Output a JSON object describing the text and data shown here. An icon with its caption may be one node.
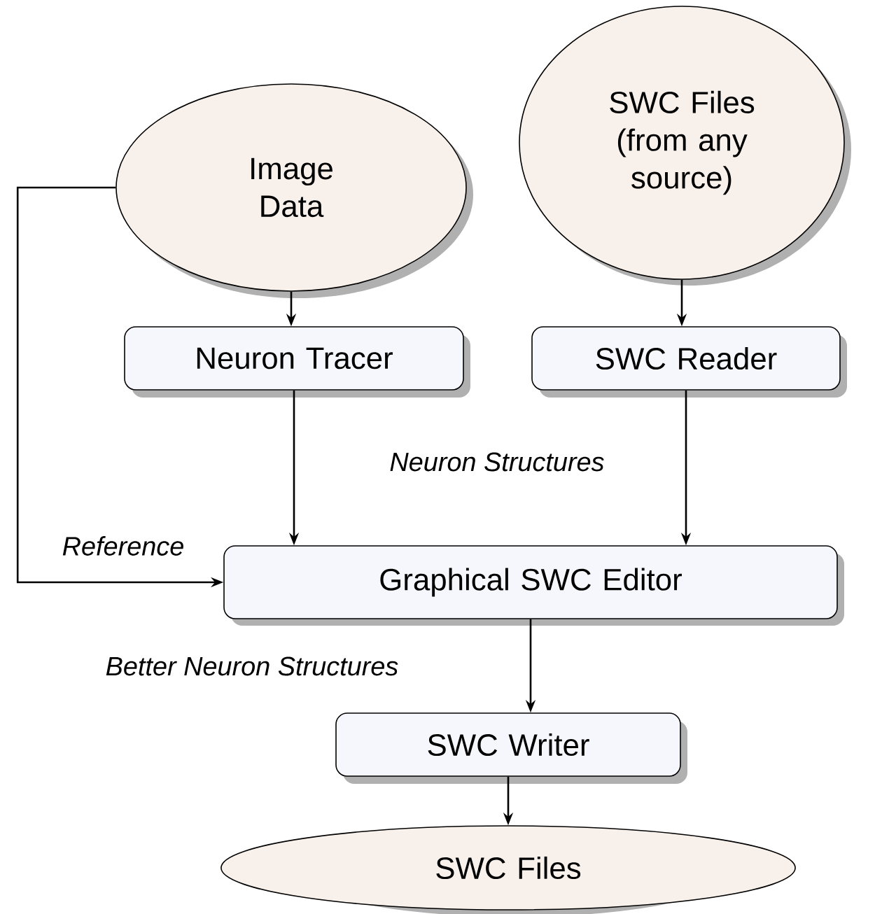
{
  "diagram": {
    "nodes": [
      {
        "text": [
          "Image Data"
        ]
      },
      {
        "text": [
          "SWC Files (from any source)"
        ]
      },
      {
        "text": [
          "Neuron Tracer"
        ]
      },
      {
        "text": [
          "SWC Reader"
        ]
      },
      {
        "text": [
          "Graphical SWC Editor"
        ]
      },
      {
        "text": [
          "SWC Writer"
        ]
      },
      {
        "text": [
          "SWC Files"
        ]
      }
    ],
    "edges": [
      {
        "from": 0,
        "to": 2,
        "arrow": "to"
      },
      {
        "from": 1,
        "to": 3,
        "arrow": "to"
      },
      {
        "from": 2,
        "to": 4,
        "arrow": "to",
        "label": "Neuron Structures"
      },
      {
        "from": 3,
        "to": 4,
        "arrow": "to"
      },
      {
        "from": 0,
        "to": 4,
        "arrow": "to",
        "label": "Reference"
      },
      {
        "from": 4,
        "to": 5,
        "arrow": "to",
        "label": "Better Neuron Structures"
      },
      {
        "from": 5,
        "to": 6,
        "arrow": "to"
      }
    ]
  }
}
